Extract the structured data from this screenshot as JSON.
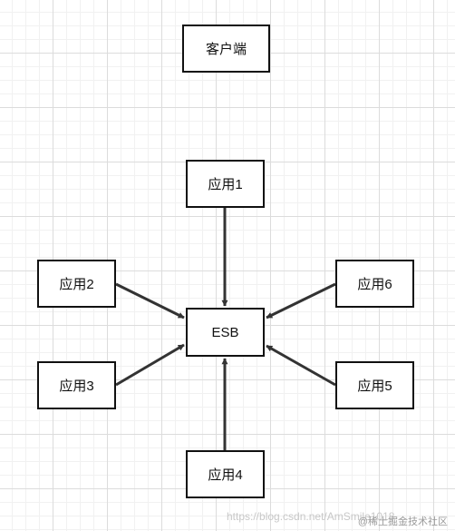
{
  "nodes": {
    "client": "客户端",
    "app1": "应用1",
    "app2": "应用2",
    "app3": "应用3",
    "app4": "应用4",
    "app5": "应用5",
    "app6": "应用6",
    "esb": "ESB"
  },
  "edges": [
    {
      "from": "应用1",
      "to": "ESB"
    },
    {
      "from": "应用2",
      "to": "ESB"
    },
    {
      "from": "应用3",
      "to": "ESB"
    },
    {
      "from": "应用4",
      "to": "ESB"
    },
    {
      "from": "应用5",
      "to": "ESB"
    },
    {
      "from": "应用6",
      "to": "ESB"
    }
  ],
  "watermark": {
    "url": "https://blog.csdn.net/AmSmile1018",
    "brand": "@稀土掘金技术社区"
  }
}
